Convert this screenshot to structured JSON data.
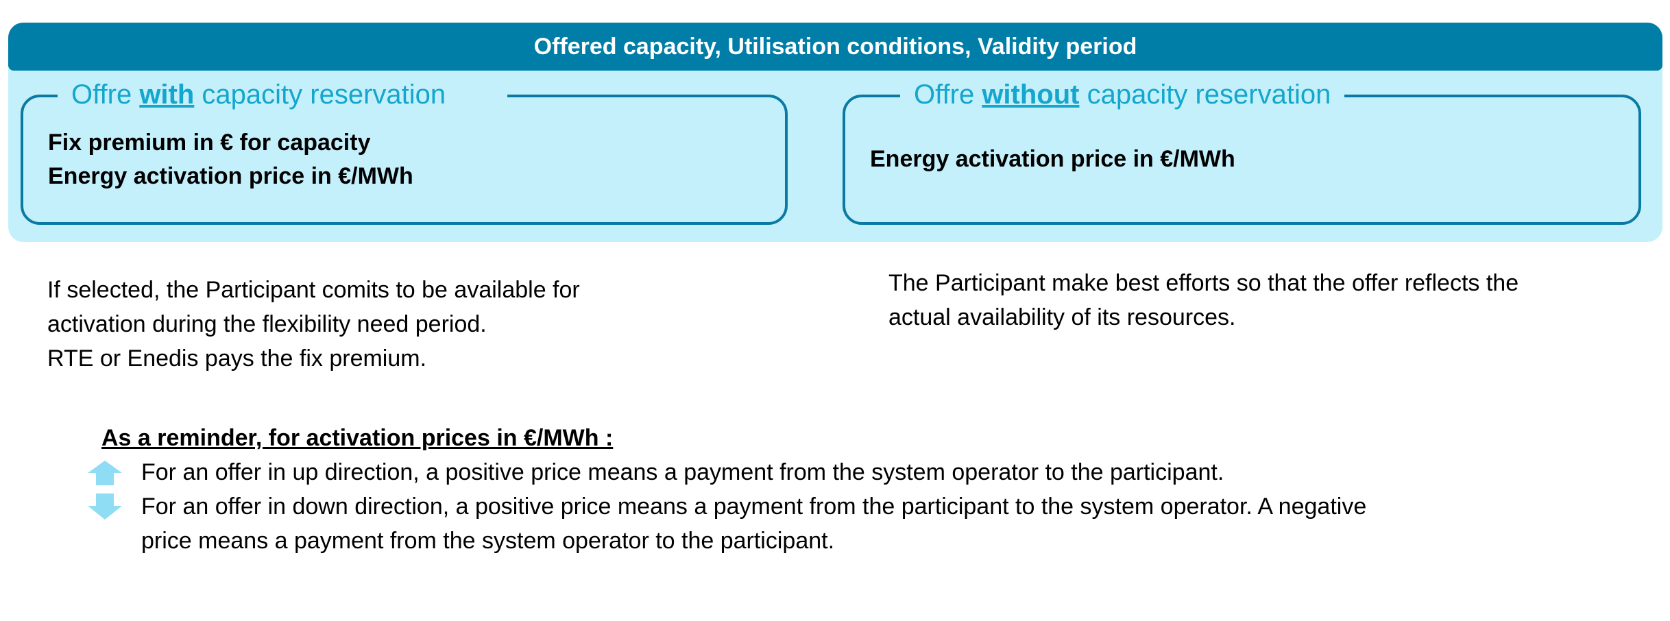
{
  "banner": {
    "title": "Offered capacity, Utilisation conditions, Validity period"
  },
  "offer_with": {
    "title_prefix": "Offre",
    "title_bold": "with",
    "title_suffix": "capacity reservation",
    "lines": [
      "Fix premium in € for capacity",
      "Energy activation price in €/MWh"
    ],
    "description": [
      "If selected, the Participant comits to be available for",
      "activation during the flexibility need period.",
      "RTE or Enedis pays the fix premium."
    ]
  },
  "offer_without": {
    "title_prefix": "Offre",
    "title_bold": "without",
    "title_suffix": "capacity reservation",
    "lines": [
      "Energy activation price in €/MWh"
    ],
    "description": [
      "The Participant make best efforts so that the offer reflects the",
      "actual availability of its resources."
    ]
  },
  "reminder": {
    "title": "As a reminder, for activation prices in €/MWh :",
    "up": {
      "icon": "arrow-up-icon",
      "text": "For an offer in up direction, a positive price means a payment from the system operator to the participant."
    },
    "down": {
      "icon": "arrow-down-icon",
      "text_line1": "For an offer in down direction, a positive price means a payment from the participant to the system operator. A negative",
      "text_line2": "price means a payment from the system operator to the participant."
    }
  },
  "colors": {
    "banner": "#007ea7",
    "panel": "#c4f0fb",
    "box_border": "#0b7aa3",
    "title_text": "#14a6cc",
    "arrow": "#8fdcf5"
  }
}
